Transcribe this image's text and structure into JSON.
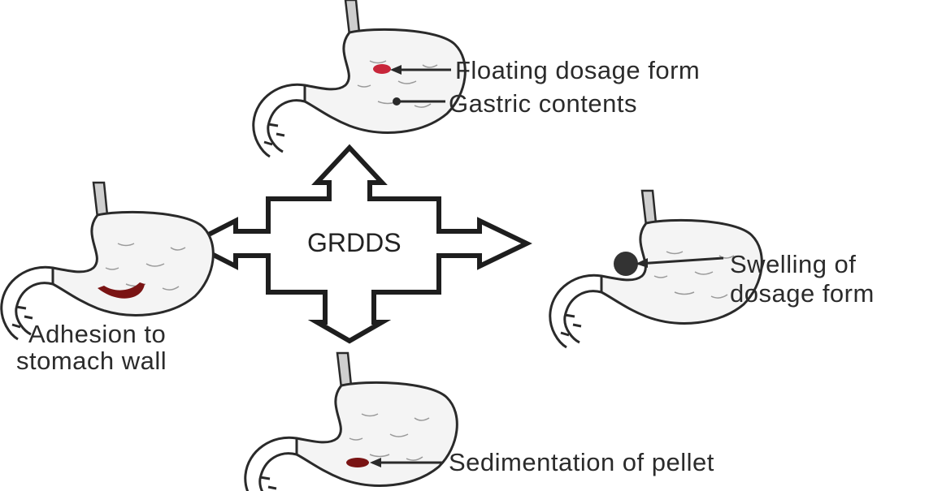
{
  "diagram": {
    "center_label": "GRDDS",
    "mechanisms": {
      "top": {
        "labels": [
          "Floating dosage form",
          "Gastric contents"
        ],
        "marker_color": "#c8263a"
      },
      "left": {
        "label_lines": [
          "Adhesion to",
          "stomach wall"
        ],
        "marker_color": "#7a1414"
      },
      "right": {
        "label_lines": [
          "Swelling of",
          "dosage form"
        ],
        "marker_color": "#333333"
      },
      "bottom": {
        "label": "Sedimentation of pellet",
        "marker_color": "#7a1414"
      }
    }
  }
}
